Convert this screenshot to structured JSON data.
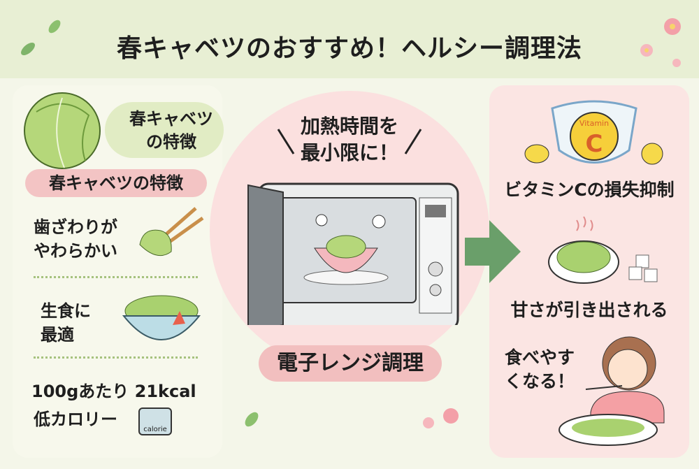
{
  "title": "春キャベツのおすすめ！ヘルシー調理法",
  "left_panel": {
    "header_label": "春キャベツ\nの特徴",
    "section_label": "春キャベツの特徴",
    "items": [
      {
        "text": "歯ざわりが\nやわらかい",
        "icon": "chopsticks-cabbage-icon"
      },
      {
        "text": "生食に\n最適",
        "icon": "salad-bowl-icon"
      },
      {
        "text_line1": "100gあたり 21kcal",
        "text_line2": "低カロリー",
        "icon": "calorie-meter-icon",
        "icon_label": "calorie"
      }
    ]
  },
  "center": {
    "headline": "加熱時間を\n最小限に！",
    "method_label": "電子レンジ調理",
    "icon": "microwave-icon"
  },
  "right_panel": {
    "vitamin_label": "Vitamin",
    "vitamin_letter": "C",
    "benefits": [
      "ビタミンCの損失抑制",
      "甘さが引き出される",
      "食べやす\nくなる！"
    ]
  },
  "colors": {
    "green": "#6a9f6a",
    "pink": "#f3c4c4",
    "leaf": "#a9d16f"
  }
}
